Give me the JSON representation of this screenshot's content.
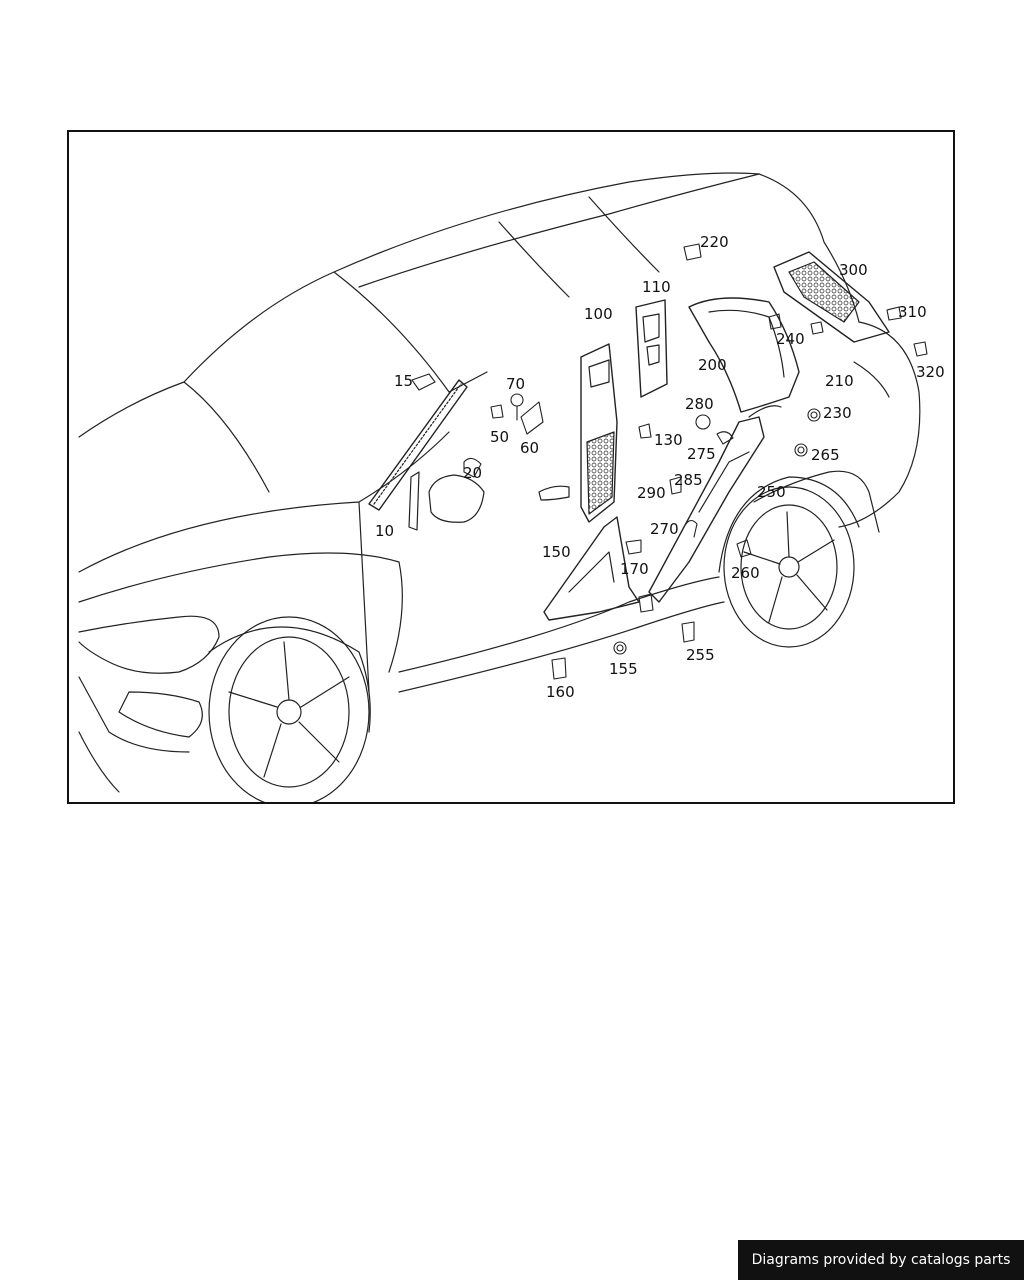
{
  "callouts": {
    "c10": "10",
    "c15": "15",
    "c20": "20",
    "c50": "50",
    "c60": "60",
    "c70": "70",
    "c100": "100",
    "c110": "110",
    "c130": "130",
    "c150": "150",
    "c155": "155",
    "c160": "160",
    "c170": "170",
    "c200": "200",
    "c210": "210",
    "c220": "220",
    "c230": "230",
    "c240": "240",
    "c250": "250",
    "c255": "255",
    "c260": "260",
    "c265": "265",
    "c270": "270",
    "c275": "275",
    "c280": "280",
    "c285": "285",
    "c290": "290",
    "c300": "300",
    "c310": "310",
    "c320": "320"
  },
  "credit": "Diagrams provided by catalogs parts",
  "colors": {
    "line": "#222222",
    "frame": "#111111",
    "credit_bg": "#111111",
    "credit_text": "#ffffff"
  }
}
